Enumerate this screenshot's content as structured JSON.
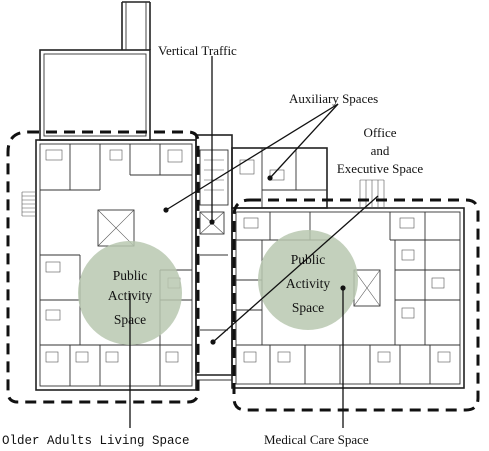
{
  "labels": {
    "vertical_traffic": "Vertical Traffic",
    "auxiliary_spaces": "Auxiliary Spaces",
    "office_line1": "Office",
    "office_line2": "and",
    "office_line3": "Executive Space",
    "older_adults": "Older Adults Living Space",
    "medical_care": "Medical Care Space"
  },
  "public_activity_left": {
    "line1": "Public",
    "line2": "Activity",
    "line3": "Space"
  },
  "public_activity_right": {
    "line1": "Public",
    "line2": "Activity",
    "line3": "Space"
  },
  "colors": {
    "activity_fill": "#b9c8b0",
    "ink": "#111111"
  }
}
